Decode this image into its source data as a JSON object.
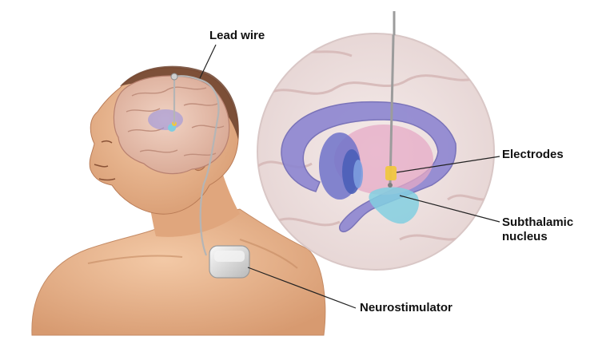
{
  "labels": {
    "lead_wire": "Lead wire",
    "electrodes": "Electrodes",
    "subthalamic_nucleus": "Subthalamic nucleus",
    "neurostimulator": "Neurostimulator"
  },
  "colors": {
    "skin": "#e8b690",
    "skin_shadow": "#c98a62",
    "brain": "#e7c3b2",
    "brain_fold": "#c99888",
    "ventricle": "#8e87d3",
    "thalamus": "#e5a9c5",
    "electrode": "#f0c640",
    "stn": "#82cfe0",
    "device": "#dcdcdc"
  }
}
